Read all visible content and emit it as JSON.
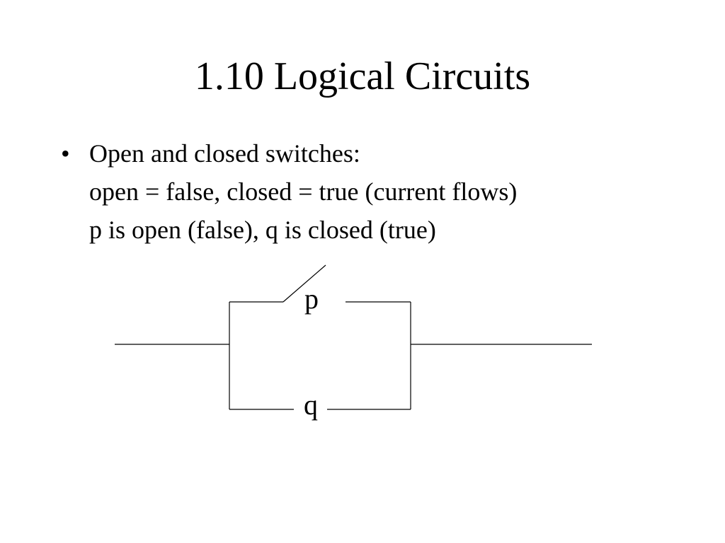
{
  "slide": {
    "title": "1.10 Logical Circuits",
    "bullet": {
      "mark": "•",
      "lines": [
        "Open and closed switches:",
        "open = false, closed = true (current flows)",
        "p is open (false), q is closed (true)"
      ]
    }
  },
  "circuit": {
    "switch_p": {
      "label": "p",
      "state": "open"
    },
    "switch_q": {
      "label": "q",
      "state": "closed"
    }
  }
}
